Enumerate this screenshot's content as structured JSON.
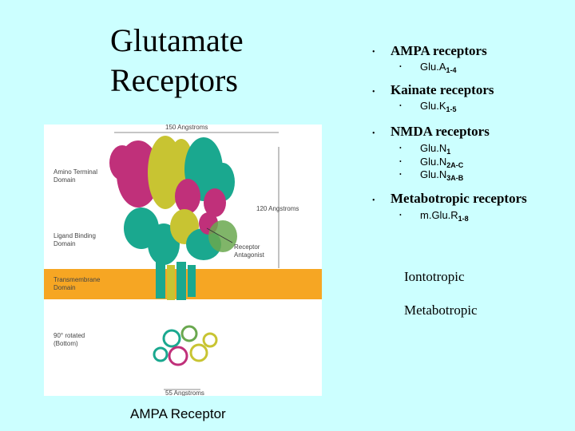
{
  "slide": {
    "title_line1": "Glutamate",
    "title_line2": "Receptors",
    "items": [
      {
        "label": "AMPA receptors",
        "subs": [
          {
            "base": "Glu.A",
            "sub": "1-4"
          }
        ]
      },
      {
        "label": "Kainate receptors",
        "subs": [
          {
            "base": "Glu.K",
            "sub": "1-5"
          }
        ]
      },
      {
        "label": "NMDA receptors",
        "subs": [
          {
            "base": "Glu.N",
            "sub": "1"
          },
          {
            "base": "Glu.N",
            "sub": "2A-C"
          },
          {
            "base": "Glu.N",
            "sub": "3A-B"
          }
        ]
      },
      {
        "label": "Metabotropic receptors",
        "subs": [
          {
            "base": "m.Glu.R",
            "sub": "1-8"
          }
        ]
      }
    ],
    "iontotropic": "Iontotropic",
    "metabotropic": "Metabotropic",
    "caption": "AMPA Receptor"
  },
  "figure": {
    "top_scale": "150 Angstroms",
    "right_scale": "120 Angstroms",
    "bottom_scale": "55 Angstroms",
    "amino_terminal": [
      "Amino Terminal",
      "Domain"
    ],
    "ligand_binding": [
      "Ligand Binding",
      "Domain"
    ],
    "transmembrane": [
      "Transmembrane",
      "Domain"
    ],
    "rotated": [
      "90° rotated",
      "(Bottom)"
    ],
    "antagonist": [
      "Receptor",
      "Antagonist"
    ],
    "colors": {
      "magenta": "#c0307a",
      "yellow": "#c8c432",
      "teal": "#1aa88f",
      "green": "#6aa84f",
      "membrane": "#f6a623"
    }
  }
}
